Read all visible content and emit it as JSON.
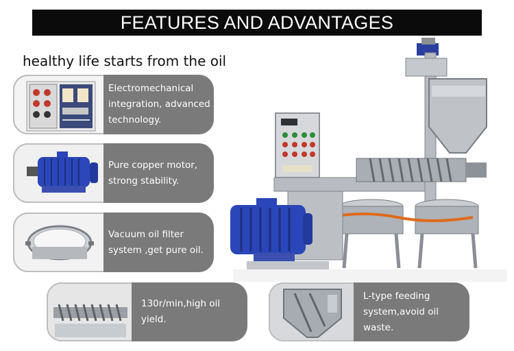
{
  "banner": {
    "title": "FEATURES AND ADVANTAGES"
  },
  "tagline": "healthy life starts from the oil",
  "features": [
    {
      "text": "Electromechanical integration, advanced technology.",
      "icon": "control-cabinet-icon"
    },
    {
      "text": "Pure copper motor, strong stability.",
      "icon": "electric-motor-icon"
    },
    {
      "text": "Vacuum oil filter system ,get pure oil.",
      "icon": "oil-filter-icon"
    },
    {
      "text": "130r/min,high oil yield.",
      "icon": "press-screw-icon"
    },
    {
      "text": "L-type feeding system,avoid oil waste.",
      "icon": "feed-hopper-icon"
    }
  ],
  "machine_image": "oil-press-machine-icon",
  "colors": {
    "banner": "#0b0b0b",
    "card": "#7a7a7a",
    "machine_blue": "#2b46b8",
    "steel": "#b8bcc2"
  }
}
